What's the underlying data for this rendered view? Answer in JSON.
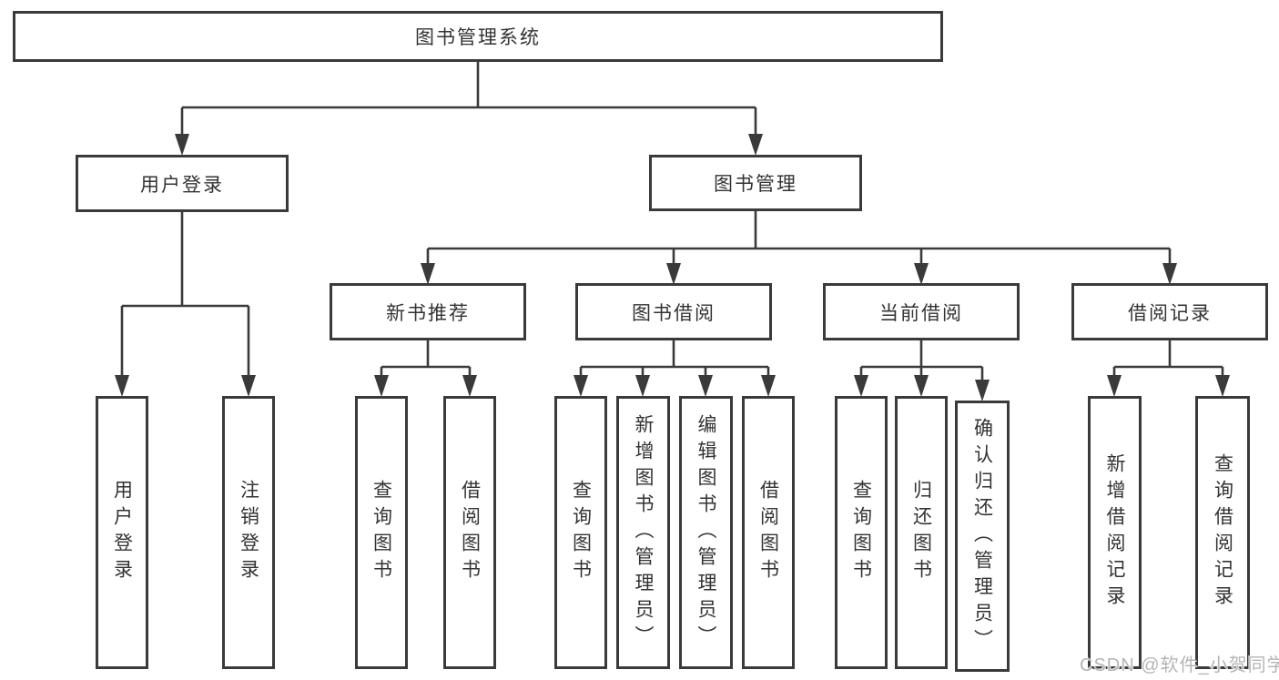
{
  "colors": {
    "line": "#3a3a3a",
    "text": "#333333",
    "background": "#ffffff",
    "watermark": "#b5b5b5"
  },
  "tree": {
    "root": {
      "label": "图书管理系统"
    },
    "level2": [
      {
        "label": "用户登录"
      },
      {
        "label": "图书管理"
      }
    ],
    "level3": [
      {
        "label": "新书推荐"
      },
      {
        "label": "图书借阅"
      },
      {
        "label": "当前借阅"
      },
      {
        "label": "借阅记录"
      }
    ],
    "leaves": {
      "user_login": [
        "用户登录",
        "注销登录"
      ],
      "new_book_recommend": [
        "查询图书",
        "借阅图书"
      ],
      "book_borrow": [
        "查询图书",
        "新增图书（管理员）",
        "编辑图书（管理员）",
        "借阅图书"
      ],
      "current_borrow": [
        "查询图书",
        "归还图书",
        "确认归还（管理员）"
      ],
      "borrow_records": [
        "新增借阅记录",
        "查询借阅记录"
      ]
    }
  },
  "watermark": "CSDN @软件_小贺同学"
}
